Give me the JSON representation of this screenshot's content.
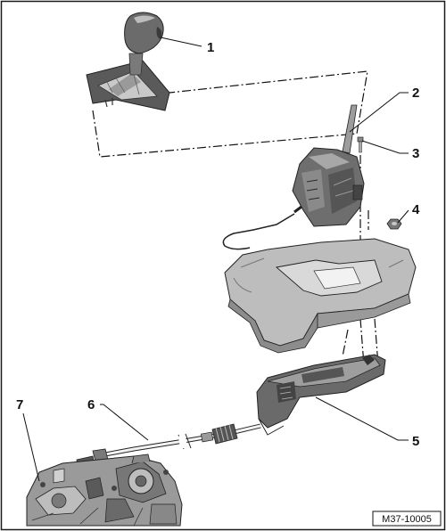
{
  "callouts": [
    {
      "num": "1"
    },
    {
      "num": "2"
    },
    {
      "num": "3"
    },
    {
      "num": "4"
    },
    {
      "num": "5"
    },
    {
      "num": "6"
    },
    {
      "num": "7"
    }
  ],
  "reference_code": "M37-10005",
  "colors": {
    "frame": "#1a1a1a",
    "part_dark": "#4a4a4a",
    "part_mid": "#8c8c8c",
    "part_light": "#bdbdbd",
    "part_pale": "#d9d9d9",
    "ink": "#111111"
  }
}
